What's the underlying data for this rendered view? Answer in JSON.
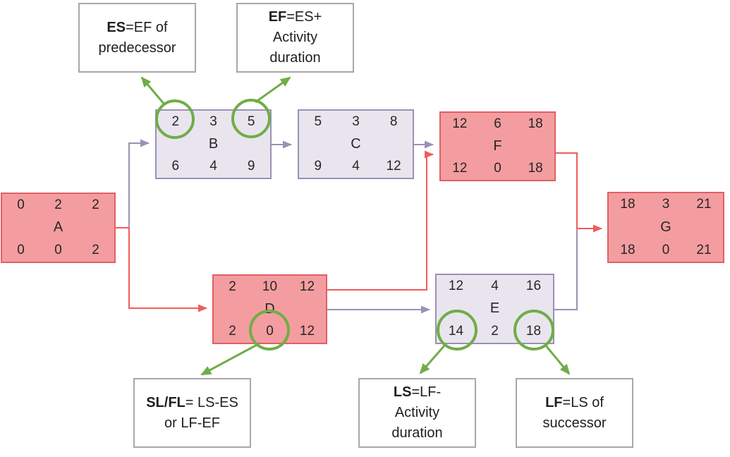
{
  "diagram_title": "CPM network diagram with ES/EF/LS/LF calculation rules",
  "colors": {
    "critical_fill": "#F49DA0",
    "critical_border": "#E06065",
    "noncritical_fill": "#E9E5EF",
    "noncritical_border": "#9C90B4",
    "connector_red": "#F15C5C",
    "connector_gray": "#9C90B4",
    "highlight_green": "#70AD47",
    "callout_border": "#A8A8A8"
  },
  "nodes": [
    {
      "name": "A",
      "es": "0",
      "dur": "2",
      "ef": "2",
      "ls": "0",
      "sl": "0",
      "lf": "2",
      "critical": true
    },
    {
      "name": "B",
      "es": "2",
      "dur": "3",
      "ef": "5",
      "ls": "6",
      "sl": "4",
      "lf": "9",
      "critical": false
    },
    {
      "name": "C",
      "es": "5",
      "dur": "3",
      "ef": "8",
      "ls": "9",
      "sl": "4",
      "lf": "12",
      "critical": false
    },
    {
      "name": "D",
      "es": "2",
      "dur": "10",
      "ef": "12",
      "ls": "2",
      "sl": "0",
      "lf": "12",
      "critical": true
    },
    {
      "name": "E",
      "es": "12",
      "dur": "4",
      "ef": "16",
      "ls": "14",
      "sl": "2",
      "lf": "18",
      "critical": false
    },
    {
      "name": "F",
      "es": "12",
      "dur": "6",
      "ef": "18",
      "ls": "12",
      "sl": "0",
      "lf": "18",
      "critical": true
    },
    {
      "name": "G",
      "es": "18",
      "dur": "3",
      "ef": "21",
      "ls": "18",
      "sl": "0",
      "lf": "21",
      "critical": true
    }
  ],
  "edges": [
    {
      "from": "A",
      "to": "B",
      "color": "gray"
    },
    {
      "from": "A",
      "to": "D",
      "color": "red"
    },
    {
      "from": "B",
      "to": "C",
      "color": "gray"
    },
    {
      "from": "C",
      "to": "F",
      "color": "gray"
    },
    {
      "from": "D",
      "to": "F",
      "color": "red"
    },
    {
      "from": "D",
      "to": "E",
      "color": "gray"
    },
    {
      "from": "E",
      "to": "G",
      "color": "gray"
    },
    {
      "from": "F",
      "to": "G",
      "color": "red"
    }
  ],
  "highlighted_cells": [
    "B.es",
    "B.ef",
    "D.slack",
    "E.ls",
    "E.lf"
  ],
  "callouts": [
    {
      "id": "es-rule",
      "lines": [
        {
          "bold": "ES",
          "text": "=EF of"
        },
        {
          "bold": "",
          "text": "predecessor"
        }
      ]
    },
    {
      "id": "ef-rule",
      "lines": [
        {
          "bold": "EF",
          "text": "=ES+"
        },
        {
          "bold": "",
          "text": "Activity"
        },
        {
          "bold": "",
          "text": "duration"
        }
      ]
    },
    {
      "id": "slack-rule",
      "lines": [
        {
          "bold": "SL/FL",
          "text": "= LS-ES"
        },
        {
          "bold": "",
          "text": "or LF-EF"
        }
      ]
    },
    {
      "id": "ls-rule",
      "lines": [
        {
          "bold": "LS",
          "text": "=LF-"
        },
        {
          "bold": "",
          "text": "Activity"
        },
        {
          "bold": "",
          "text": "duration"
        }
      ]
    },
    {
      "id": "lf-rule",
      "lines": [
        {
          "bold": "LF",
          "text": "=LS of"
        },
        {
          "bold": "",
          "text": "successor"
        }
      ]
    }
  ]
}
